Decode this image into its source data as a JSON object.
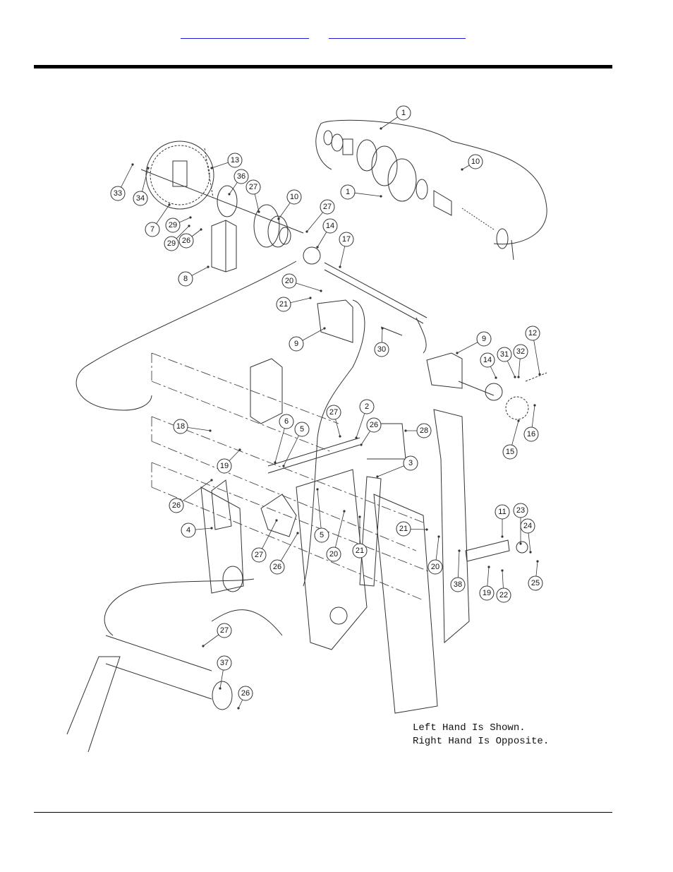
{
  "nav_links": [
    "",
    ""
  ],
  "note": {
    "line1": "Left Hand Is Shown.",
    "line2": "Right Hand Is Opposite."
  },
  "callouts": [
    {
      "label": "1"
    },
    {
      "label": "1"
    },
    {
      "label": "10"
    },
    {
      "label": "13"
    },
    {
      "label": "33"
    },
    {
      "label": "34"
    },
    {
      "label": "36"
    },
    {
      "label": "27"
    },
    {
      "label": "10"
    },
    {
      "label": "27"
    },
    {
      "label": "7"
    },
    {
      "label": "29"
    },
    {
      "label": "29"
    },
    {
      "label": "26"
    },
    {
      "label": "14"
    },
    {
      "label": "17"
    },
    {
      "label": "8"
    },
    {
      "label": "20"
    },
    {
      "label": "21"
    },
    {
      "label": "9"
    },
    {
      "label": "30"
    },
    {
      "label": "9"
    },
    {
      "label": "31"
    },
    {
      "label": "32"
    },
    {
      "label": "12"
    },
    {
      "label": "14"
    },
    {
      "label": "16"
    },
    {
      "label": "15"
    },
    {
      "label": "27"
    },
    {
      "label": "2"
    },
    {
      "label": "26"
    },
    {
      "label": "28"
    },
    {
      "label": "18"
    },
    {
      "label": "6"
    },
    {
      "label": "5"
    },
    {
      "label": "19"
    },
    {
      "label": "3"
    },
    {
      "label": "26"
    },
    {
      "label": "4"
    },
    {
      "label": "5"
    },
    {
      "label": "27"
    },
    {
      "label": "26"
    },
    {
      "label": "20"
    },
    {
      "label": "21"
    },
    {
      "label": "21"
    },
    {
      "label": "20"
    },
    {
      "label": "11"
    },
    {
      "label": "23"
    },
    {
      "label": "24"
    },
    {
      "label": "38"
    },
    {
      "label": "19"
    },
    {
      "label": "22"
    },
    {
      "label": "25"
    },
    {
      "label": "27"
    },
    {
      "label": "37"
    },
    {
      "label": "26"
    }
  ]
}
